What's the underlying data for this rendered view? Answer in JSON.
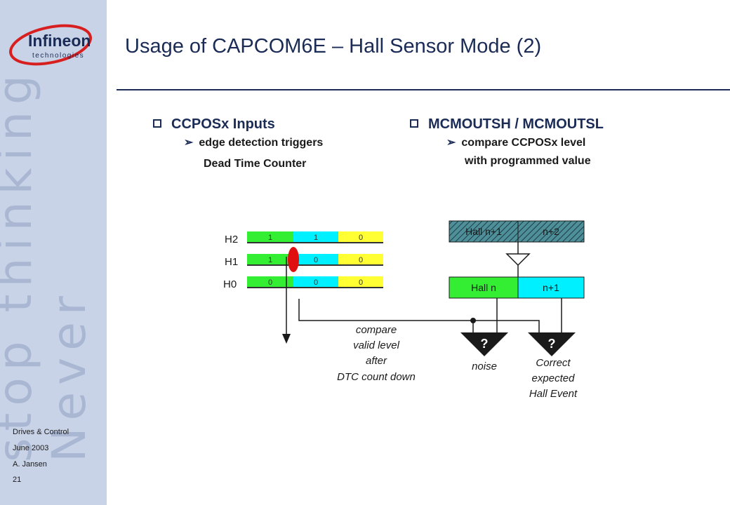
{
  "brand": {
    "logo_name": "Infineon",
    "logo_sub": "technologies",
    "tagline_line1": "stop thinking",
    "tagline_line2": "Never"
  },
  "footer": {
    "dept": "Drives & Control",
    "date": "June 2003",
    "author": "A. Jansen",
    "page": "21"
  },
  "slide": {
    "title": "Usage of CAPCOM6E – Hall Sensor Mode (2)"
  },
  "left_bullet": {
    "heading": "CCPOSx Inputs",
    "sub_line1": "edge detection triggers",
    "sub_line2": "Dead Time Counter"
  },
  "right_bullet": {
    "heading": "MCMOUTSH / MCMOUTSL",
    "sub_line1": "compare CCPOSx level",
    "sub_line2": "with programmed value"
  },
  "diagram": {
    "signals": [
      {
        "name": "H2",
        "values": [
          "1",
          "1",
          "0"
        ]
      },
      {
        "name": "H1",
        "values": [
          "1",
          "0",
          "0"
        ]
      },
      {
        "name": "H0",
        "values": [
          "0",
          "0",
          "0"
        ]
      }
    ],
    "shadow_register": {
      "left": "Hall n+1",
      "right": "n+2"
    },
    "active_register": {
      "left": "Hall n",
      "right": "n+1"
    },
    "comparator_symbol": "?",
    "compare_note": [
      "compare",
      "valid level",
      "after",
      "DTC count down"
    ],
    "noise_label": "noise",
    "correct_label": [
      "Correct",
      "expected",
      "Hall Event"
    ],
    "colors": {
      "green": "#33ee33",
      "cyan": "#00f0ff",
      "yellow": "#ffff33",
      "red": "#e01010",
      "navy": "#1a2b55"
    }
  }
}
